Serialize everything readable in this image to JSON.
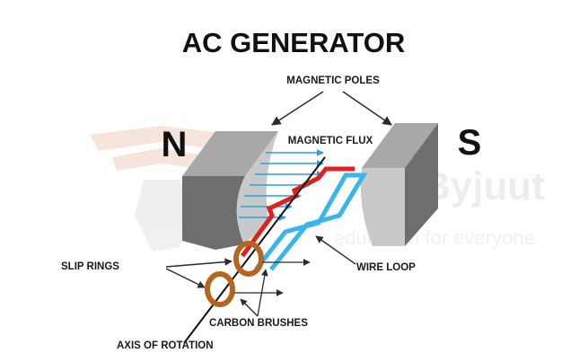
{
  "title": "AC GENERATOR",
  "poles": {
    "north": "N",
    "south": "S"
  },
  "labels": {
    "magnetic_poles": "MAGNETIC POLES",
    "magnetic_flux": "MAGNETIC FLUX",
    "slip_rings": "SLIP RINGS",
    "wire_loop": "WIRE LOOP",
    "carbon_brushes": "CARBON BRUSHES",
    "axis_of_rotation": "AXIS OF ROTATION"
  },
  "watermark": {
    "brand": "Byjuut",
    "tagline": "education for everyone"
  },
  "colors": {
    "magnet_front": "#6e6e6e",
    "magnet_top": "#a8a8a8",
    "magnet_face": "#c9c9c9",
    "flux": "#2a9fe0",
    "wire_red": "#e0201c",
    "wire_blue": "#3ab4ee",
    "ring": "#b5651d",
    "axis": "#111111"
  }
}
